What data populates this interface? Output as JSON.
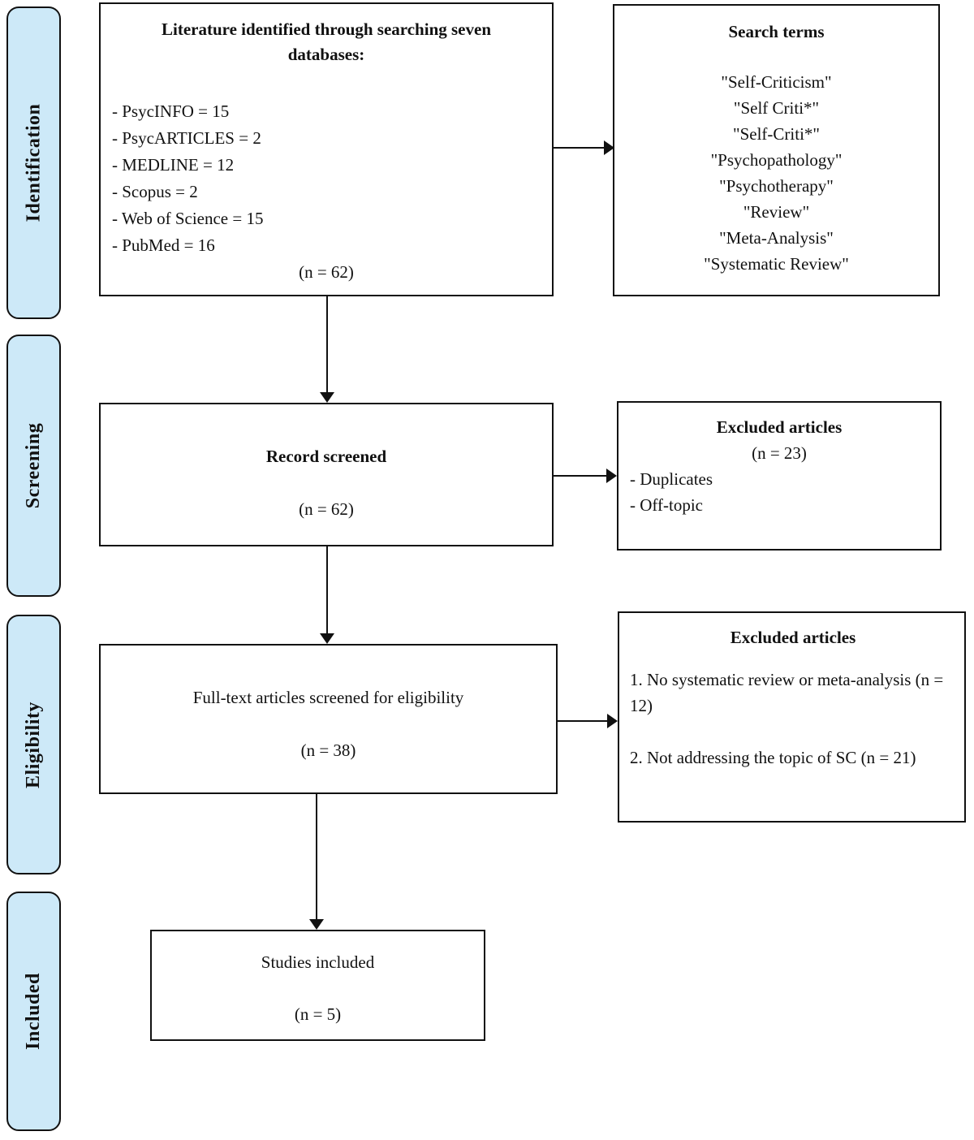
{
  "palette": {
    "stage_fill": "#cde9f8",
    "line": "#111111",
    "box_bg": "#ffffff"
  },
  "stages": [
    {
      "label": "Identification"
    },
    {
      "label": "Screening"
    },
    {
      "label": "Eligibility"
    },
    {
      "label": "Included"
    }
  ],
  "boxes": {
    "identification": {
      "title": "Literature identified through searching seven databases:",
      "items": [
        "- PsycINFO = 15",
        "- PsycARTICLES = 2",
        "- MEDLINE = 12",
        "- Scopus = 2",
        "- Web of Science = 15",
        "- PubMed = 16"
      ],
      "count": "(n = 62)"
    },
    "search_terms": {
      "title": "Search terms",
      "terms": [
        "\"Self-Criticism\"",
        "\"Self Criti*\"",
        "\"Self-Criti*\"",
        "\"Psychopathology\"",
        "\"Psychotherapy\"",
        "\"Review\"",
        "\"Meta-Analysis\"",
        "\"Systematic Review\""
      ]
    },
    "records_screened": {
      "title": "Record screened",
      "count": "(n = 62)"
    },
    "screening_excluded": {
      "title": "Excluded articles",
      "count": "(n = 23)",
      "reasons": [
        "- Duplicates",
        "- Off-topic"
      ]
    },
    "fulltext": {
      "title": "Full-text articles screened for eligibility",
      "count": "(n = 38)"
    },
    "eligibility_excluded": {
      "title": "Excluded articles",
      "reasons": [
        "1. No systematic review or meta-analysis (n = 12)",
        "2. Not addressing the topic of SC (n = 21)"
      ]
    },
    "included": {
      "title": "Studies included",
      "count": "(n = 5)"
    }
  }
}
